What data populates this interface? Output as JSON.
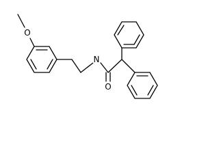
{
  "molecule": {
    "atoms": {
      "o_methoxy": {
        "label": "O",
        "color": "#000000"
      },
      "nitrogen": {
        "label": "N",
        "color": "#000000"
      },
      "o_carbonyl": {
        "label": "O",
        "color": "#000000"
      }
    }
  }
}
